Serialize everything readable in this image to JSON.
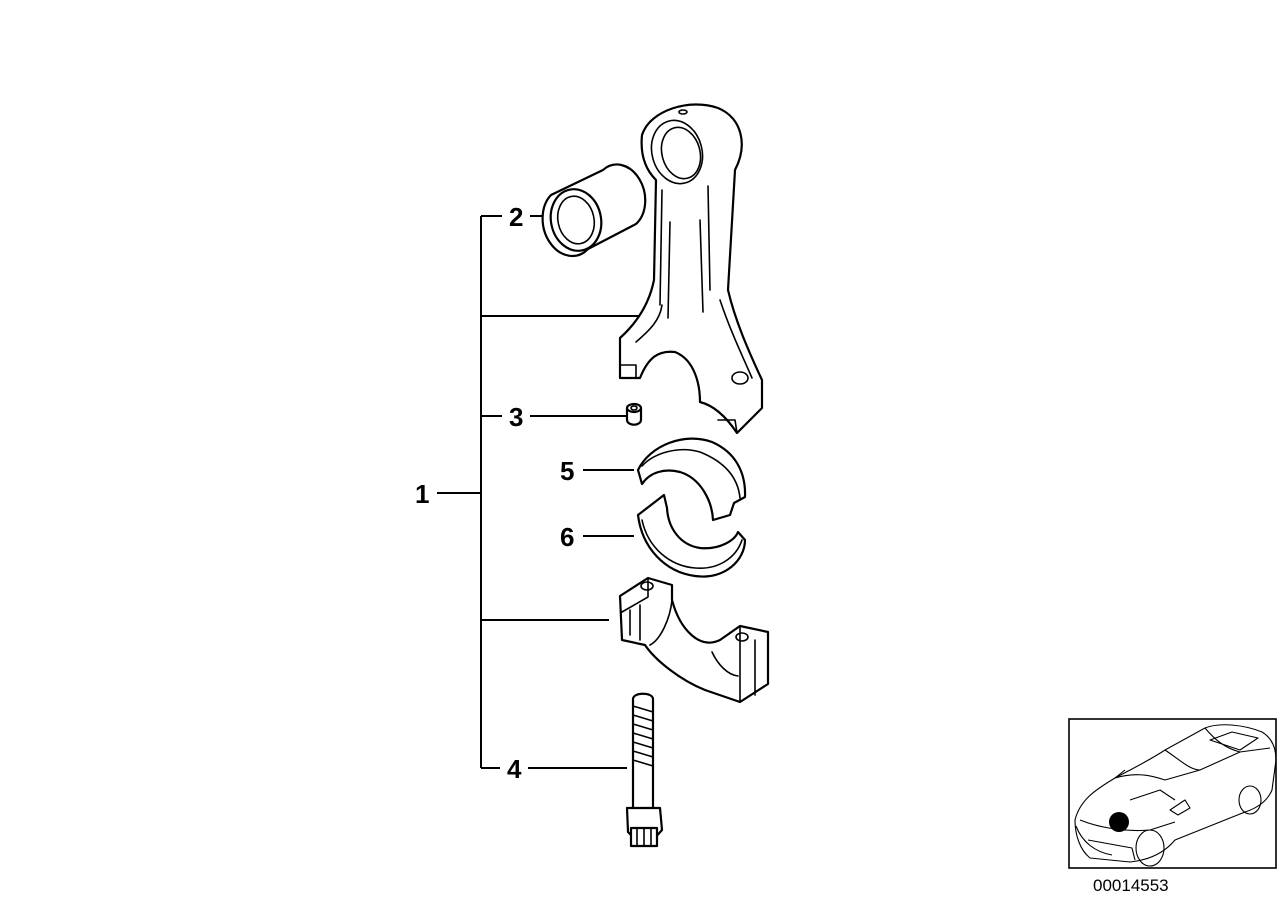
{
  "diagram": {
    "callouts": [
      "1",
      "2",
      "3",
      "4",
      "5",
      "6"
    ],
    "reference_number": "00014553"
  },
  "colors": {
    "line": "#000000",
    "background": "#ffffff",
    "locator_marker": "#000000"
  },
  "icons": [
    "connecting-rod",
    "piston-pin-bushing",
    "dowel-sleeve",
    "bearing-shell-upper",
    "bearing-shell-lower",
    "bearing-cap",
    "connecting-rod-bolt",
    "car-location-thumbnail"
  ]
}
